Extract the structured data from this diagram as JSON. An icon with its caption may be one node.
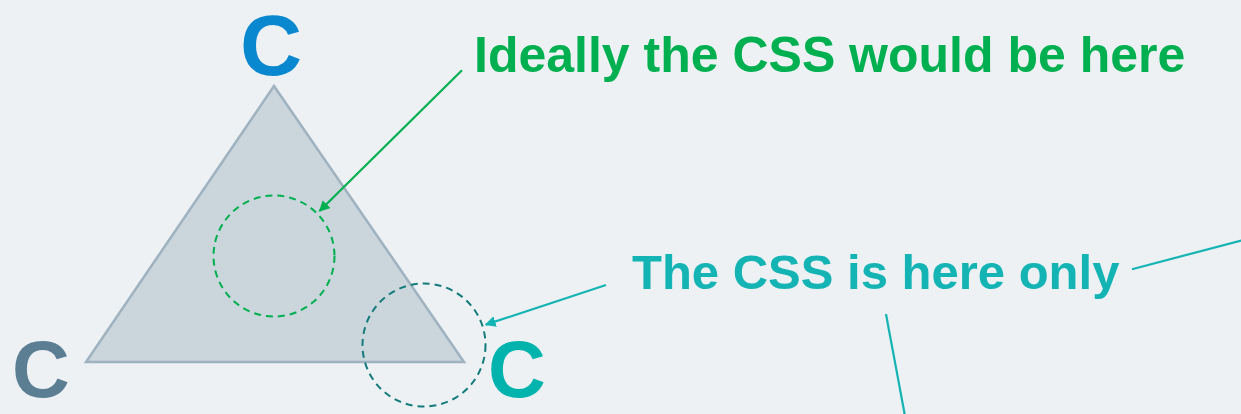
{
  "diagram": {
    "nodes": [
      {
        "text": [
          "Ideally the CSS would be here"
        ]
      },
      {
        "text": [],
        "shape": "circle"
      },
      {
        "text": [
          "The CSS is here only"
        ]
      },
      {
        "text": [],
        "shape": "circle"
      }
    ],
    "edges": [
      {
        "from": 0,
        "to": 1,
        "arrow": "to",
        "color": "#00b050"
      },
      {
        "from": 2,
        "to": 3,
        "arrow": "to"
      },
      {
        "from": 2,
        "to": null,
        "arrow": "none"
      },
      {
        "from": 2,
        "to": null,
        "arrow": "none"
      }
    ],
    "labels": [
      "C",
      "C",
      "C"
    ]
  }
}
